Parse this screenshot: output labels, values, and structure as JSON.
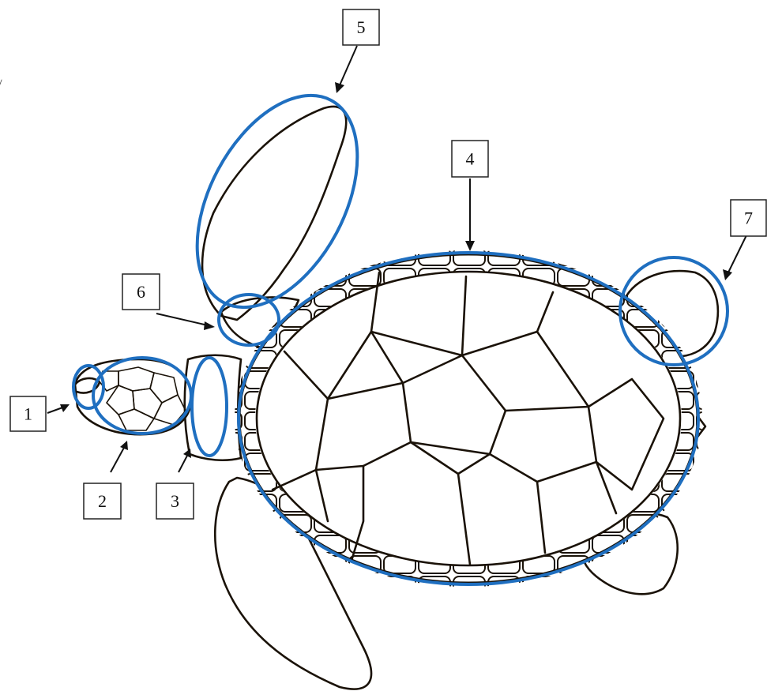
{
  "diagram": {
    "labels": [
      {
        "id": 1,
        "text": "1"
      },
      {
        "id": 2,
        "text": "2"
      },
      {
        "id": 3,
        "text": "3"
      },
      {
        "id": 4,
        "text": "4"
      },
      {
        "id": 5,
        "text": "5"
      },
      {
        "id": 6,
        "text": "6"
      },
      {
        "id": 7,
        "text": "7"
      }
    ],
    "stray_mark": "̸"
  },
  "colors": {
    "highlight_ring": "#1f6fc0",
    "ink": "#1a1208",
    "background": "#ffffff"
  }
}
